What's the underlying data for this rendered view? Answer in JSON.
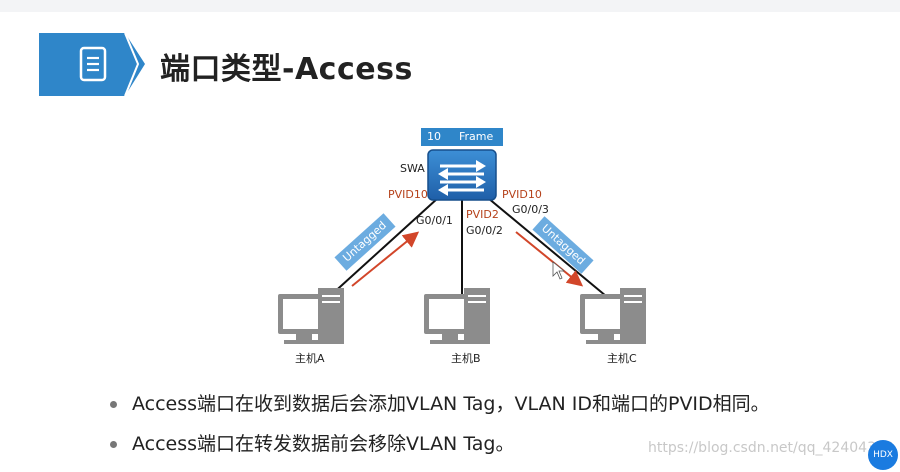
{
  "title": "端口类型-Access",
  "diagram": {
    "frame_label": "10",
    "frame_text": "Frame",
    "switch_name": "SWA",
    "port_left_pvid": "PVID10",
    "port_left_name": "G0/0/1",
    "port_mid_pvid": "PVID2",
    "port_mid_name": "G0/0/2",
    "port_right_pvid": "PVID10",
    "port_right_name": "G0/0/3",
    "tag_left": "Untagged",
    "tag_right": "Untagged",
    "host_a": "主机A",
    "host_b": "主机B",
    "host_c": "主机C"
  },
  "bullets": [
    "Access端口在收到数据后会添加VLAN Tag，VLAN ID和端口的PVID相同。",
    "Access端口在转发数据前会移除VLAN Tag。"
  ],
  "watermark": "https://blog.csdn.net/qq_42404383",
  "corner_badge": "HDX",
  "colors": {
    "accent_blue": "#2f86c9",
    "tag_blue": "#6cace0",
    "pvid_red": "#b5411a",
    "arrow_red": "#d2462a"
  }
}
